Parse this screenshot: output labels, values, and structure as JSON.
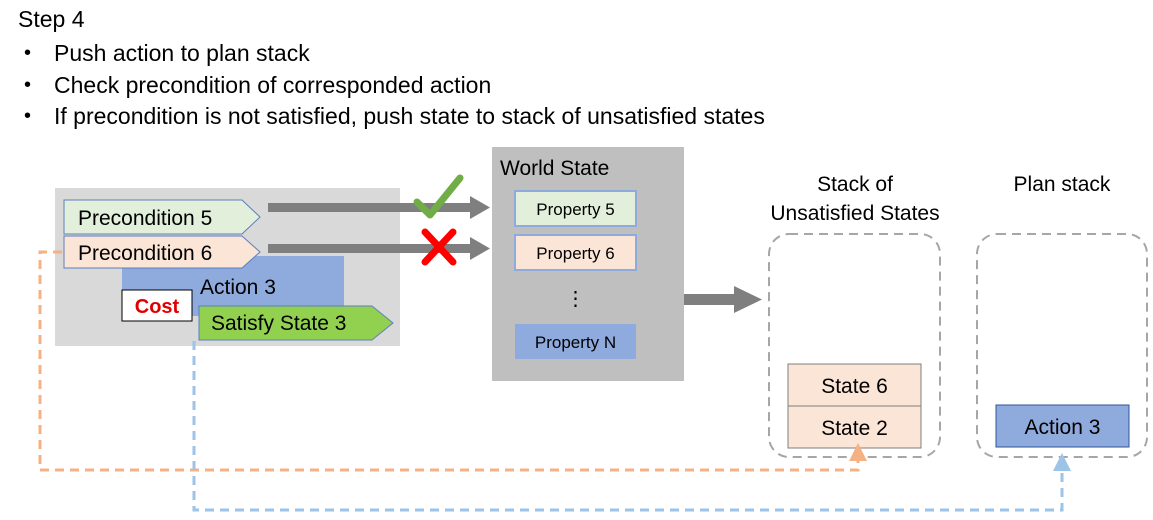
{
  "slide": {
    "title": "Step 4",
    "bullets": [
      "Push action to plan stack",
      "Check precondition of corresponded action",
      "If precondition is not satisfied, push state to stack of unsatisfied states"
    ]
  },
  "action_node": {
    "precondition_a": "Precondition 5",
    "precondition_b": "Precondition 6",
    "action": "Action 3",
    "cost": "Cost",
    "effect": "Satisfy State 3"
  },
  "world_state": {
    "title": "World State",
    "properties": [
      "Property 5",
      "Property 6"
    ],
    "ellipsis": "⋮",
    "last_property": "Property N"
  },
  "unsatisfied_stack": {
    "title_line1": "Stack of",
    "title_line2": "Unsatisfied States",
    "items": [
      "State 6",
      "State 2"
    ]
  },
  "plan_stack": {
    "title": "Plan stack",
    "items": [
      "Action 3"
    ]
  },
  "check_results": {
    "precondition_a": "check-icon",
    "precondition_b": "cross-icon"
  },
  "colors": {
    "green_box": "#e2efda",
    "orange_box": "#fbe5d6",
    "blue_box": "#8faadc",
    "green_effect": "#92d050",
    "gray_panel": "#bfbfbf",
    "arrow_gray": "#7f7f7f",
    "dashed_orange": "#f4b183",
    "dashed_blue": "#9dc3e6",
    "cost_red": "#e00000"
  }
}
